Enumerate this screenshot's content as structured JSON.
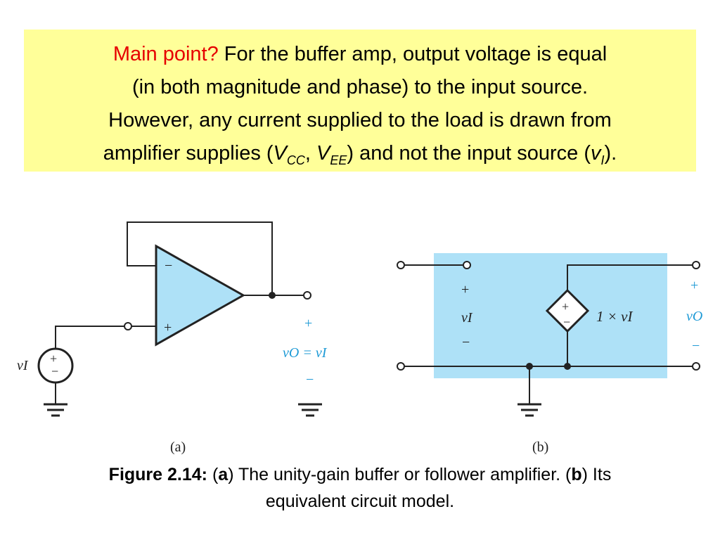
{
  "callout": {
    "lead": "Main point?",
    "line1_rest": " For the buffer amp, output voltage is equal",
    "line2": "(in both magnitude and phase) to the input source.",
    "line3": "However, any current supplied to the load is drawn from",
    "line4_pre": "amplifier supplies (",
    "vcc_base": "V",
    "vcc_sub": "CC",
    "comma": ", ",
    "vee_base": "V",
    "vee_sub": "EE",
    "line4_mid": ") and not the input source (",
    "vi_base": "v",
    "vi_sub": "I",
    "line4_end": ")."
  },
  "diagram_a": {
    "minus_sign": "−",
    "plus_sign": "+",
    "source_label": "vI",
    "source_plus": "+",
    "source_minus": "−",
    "out_plus": "+",
    "out_label": "vO = vI",
    "out_minus": "−",
    "panel_label": "(a)"
  },
  "diagram_b": {
    "in_plus": "+",
    "in_label": "vI",
    "in_minus": "−",
    "dep_plus": "+",
    "dep_minus": "−",
    "dep_label": "1 × vI",
    "out_plus": "+",
    "out_label": "vO",
    "out_minus": "−",
    "panel_label": "(b)"
  },
  "caption": {
    "fig_label": "Figure 2.14:",
    "open_a": " (",
    "a_letter": "a",
    "text_a": ") The unity-gain buffer or follower amplifier. (",
    "b_letter": "b",
    "text_b": ") Its",
    "line2": "equivalent circuit model."
  },
  "colors": {
    "callout_bg": "#ffff99",
    "highlight_red": "#e60000",
    "opamp_fill": "#aee1f7",
    "model_bg": "#aee1f7",
    "blue_label": "#1e9ad6"
  }
}
